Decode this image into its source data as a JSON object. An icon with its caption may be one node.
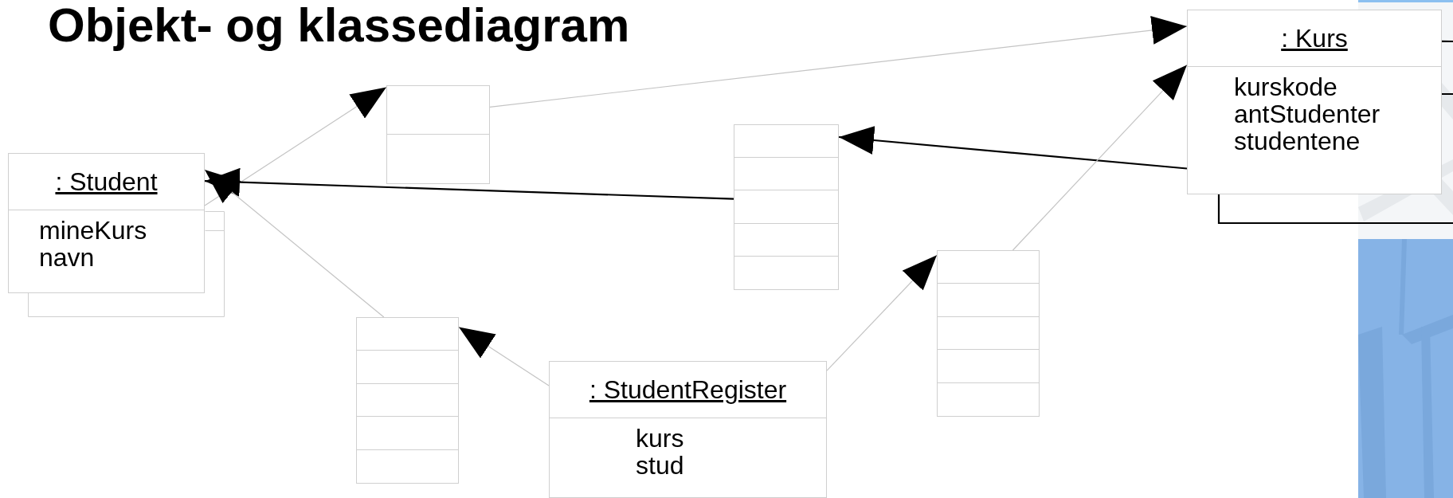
{
  "diagram": {
    "title": "Objekt- og klassediagram",
    "nodes": [
      {
        "text": [
          ": Kurs",
          "kurskode",
          "antStudenter",
          "studentene"
        ]
      },
      {
        "text": [],
        "shape": "box"
      },
      {
        "text": [],
        "shape": "box"
      },
      {
        "text": [
          ": Student",
          "mineKurs",
          "navn"
        ]
      },
      {
        "text": [],
        "shape": "box"
      },
      {
        "text": [],
        "shape": "box"
      },
      {
        "text": [
          ": StudentRegister",
          "kurs",
          "stud"
        ]
      }
    ],
    "edges": [
      {
        "from": 3,
        "to": 1,
        "arrow": "to"
      },
      {
        "from": 1,
        "to": 0,
        "arrow": "to"
      },
      {
        "from": 2,
        "to": 3,
        "arrow": "to",
        "color": "#000000"
      },
      {
        "from": 0,
        "to": 2,
        "arrow": "to",
        "color": "#000000"
      },
      {
        "from": 5,
        "to": 3,
        "arrow": "to"
      },
      {
        "from": 6,
        "to": 5,
        "arrow": "to"
      },
      {
        "from": 6,
        "to": 4,
        "arrow": "to"
      },
      {
        "from": 4,
        "to": 0,
        "arrow": "to"
      },
      {
        "from": 0,
        "to": null,
        "arrow": "none",
        "color": "#000000"
      },
      {
        "from": 0,
        "to": null,
        "arrow": "none",
        "color": "#000000"
      },
      {
        "from": 0,
        "to": null,
        "arrow": "none",
        "color": "#000000"
      }
    ]
  }
}
